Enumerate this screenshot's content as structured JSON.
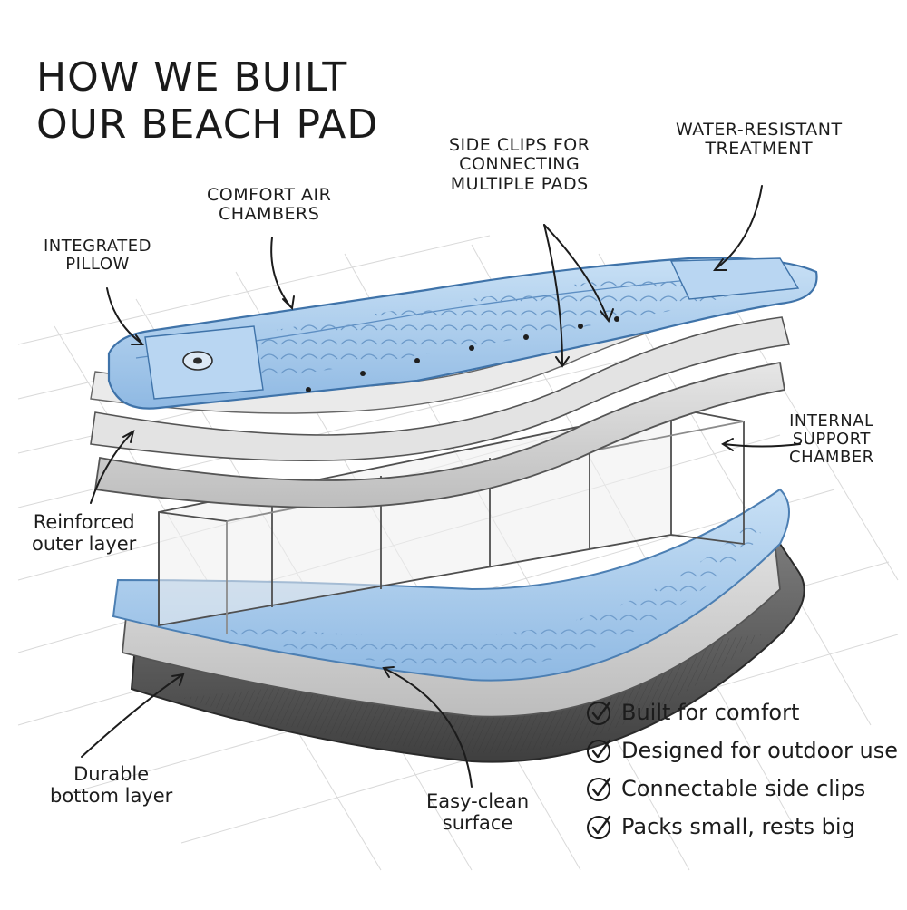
{
  "title": {
    "line1": "HOW WE BUILT",
    "line2": "OUR BEACH PAD"
  },
  "labels": {
    "integrated_pillow": [
      "INTEGRATED",
      "PILLOW"
    ],
    "comfort_air_chambers": [
      "COMFORT AIR",
      "CHAMBERS"
    ],
    "side_clips": [
      "SIDE CLIPS FOR",
      "CONNECTING",
      "MULTIPLE PADS"
    ],
    "water_resistant": [
      "WATER-RESISTANT",
      "TREATMENT"
    ],
    "internal_support": [
      "INTERNAL",
      "SUPPORT",
      "CHAMBER"
    ],
    "reinforced_outer": [
      "Reinforced",
      "outer layer"
    ],
    "durable_bottom": [
      "Durable",
      "bottom layer"
    ],
    "easy_clean": [
      "Easy-clean",
      "surface"
    ]
  },
  "benefits": [
    "Built for comfort",
    "Designed for outdoor use",
    "Connectable side clips",
    "Packs small, rests big"
  ],
  "colors": {
    "pad_blue": "#a9cdee",
    "pad_blue_dark": "#6d9fd0",
    "layer_gray": "#d7d7d7",
    "layer_gray_dark": "#a8a8a8",
    "bottom_dark": "#5b5b5b",
    "ink": "#1b1b1b"
  },
  "icons": {
    "benefit_check": "circled-check-icon",
    "pillow_valve": "valve-icon"
  }
}
